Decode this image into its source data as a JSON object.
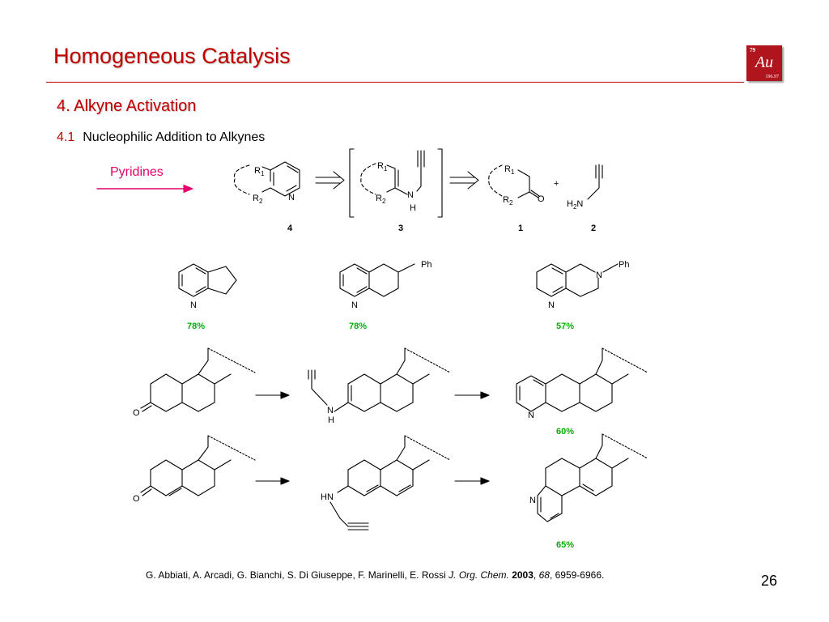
{
  "header": {
    "title": "Homogeneous Catalysis",
    "logo": {
      "number": "79",
      "symbol": "Au",
      "mass": "196.97",
      "color": "#b0141c"
    }
  },
  "section": {
    "heading": "4. Alkyne Activation",
    "sub_number": "4.1",
    "sub_title": "Nucleophilic Addition to Alkynes"
  },
  "retro": {
    "label": "Pyridines",
    "label_color": "#e4006d",
    "compound_numbers": [
      "4",
      "3",
      "1",
      "2"
    ]
  },
  "atoms": {
    "R1": "R",
    "R1_sub": "1",
    "R2": "R",
    "R2_sub": "2",
    "N": "N",
    "H": "H",
    "O": "O",
    "Ph": "Ph",
    "H2N": "H",
    "H2N_sub": "2",
    "H2N_N": "N",
    "HN": "HN",
    "plus": "+"
  },
  "yields": {
    "color": "#00b000",
    "items": [
      "78%",
      "78%",
      "57%",
      "60%",
      "65%"
    ]
  },
  "citation": {
    "prefix": "G.",
    "authors": " Abbiati, A. Arcadi, G. Bianchi, S. Di Giuseppe, F. Marinelli, E. Rossi ",
    "journal": "J. Org. Chem.",
    "year": "2003",
    "volume": "68",
    "pages": ", 6959-6966."
  },
  "page_number": "26",
  "theme": {
    "accent": "#c00000"
  }
}
